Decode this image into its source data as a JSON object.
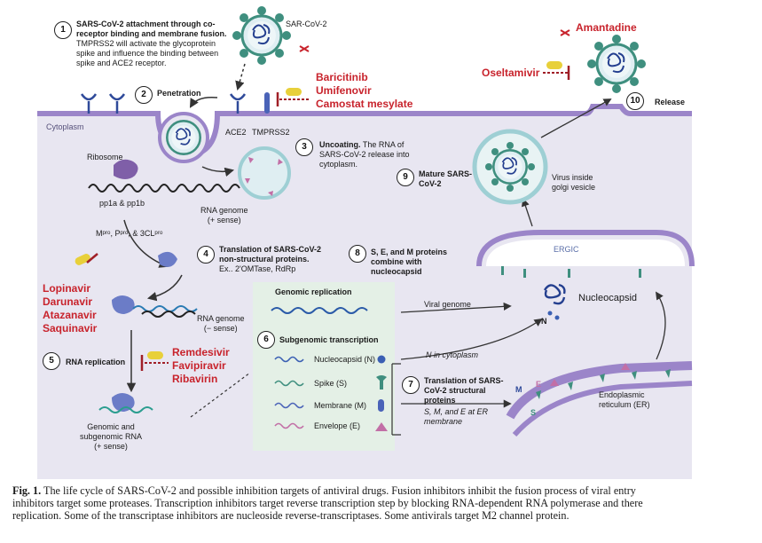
{
  "top_cut_text": "…",
  "virus_label": "SAR-CoV-2",
  "cytoplasm_label": "Cytoplasm",
  "steps": {
    "s1": {
      "num": "1",
      "title": "SARS-CoV-2 attachment through co-receptor binding and membrane fusion.",
      "body": "TMPRSS2 will activate the glycoprotein spike  and influence the binding between spike and ACE2 receptor."
    },
    "s2": {
      "num": "2",
      "title": "Penetration"
    },
    "s3": {
      "num": "3",
      "title": "Uncoating.",
      "body": "The RNA of SARS-CoV-2 release into cytoplasm."
    },
    "s4": {
      "num": "4",
      "title": "Translation of SARS-CoV-2 non-structural proteins.",
      "body": "Ex.. 2'OMTase, RdRp"
    },
    "s5": {
      "num": "5",
      "title": "RNA replication"
    },
    "s6": {
      "num": "6",
      "title": "Subgenomic transcription"
    },
    "s7": {
      "num": "7",
      "title": "Translation of SARS-CoV-2 structural proteins",
      "body": "S, M, and E at ER membrane"
    },
    "s8": {
      "num": "8",
      "title": "S, E, and M proteins combine with nucleocapsid"
    },
    "s9": {
      "num": "9",
      "title": "Mature SARS-CoV-2"
    },
    "s10": {
      "num": "10",
      "title": "Release"
    }
  },
  "receptors": {
    "ace2": "ACE2",
    "tmprss2": "TMPRSS2"
  },
  "labels": {
    "ribosome": "Ribosome",
    "pp1": "pp1a & pp1b",
    "rna_genome_plus": "RNA genome\n(+ sense)",
    "proteases": "Mᵖʳᵒ, Pᵖʳᵒ, & 3CLᵖʳᵒ",
    "rna_genome_minus": "RNA genome\n(− sense)",
    "genomic_sub": "Genomic and\nsubgenomic RNA\n(+ sense)",
    "genomic_replication": "Genomic replication",
    "viral_genome": "Viral genome",
    "n_cytoplasm": "N in cytoplasm",
    "ergic": "ERGIC",
    "nucleocapsid": "Nucleocapsid",
    "n_letter": "N",
    "er": "Endoplasmic\nreticulum (ER)",
    "m_letter": "M",
    "e_letter": "E",
    "s_letter": "S",
    "virus_golgi": "Virus inside\ngolgi vesicle"
  },
  "proteins": [
    {
      "name": "Nucleocapsid (N)",
      "color": "#3a5fb3"
    },
    {
      "name": "Spike (S)",
      "color": "#3f8f7f"
    },
    {
      "name": "Membrane (M)",
      "color": "#4a63b8"
    },
    {
      "name": "Envelope (E)",
      "color": "#c26fa6"
    }
  ],
  "drugs": {
    "d1": [
      "Baricitinib",
      "Umifenovir",
      "Camostat mesylate"
    ],
    "d2": [
      "Lopinavir",
      "Darunavir",
      "Atazanavir",
      "Saquinavir"
    ],
    "d3": [
      "Remdesivir",
      "Favipiravir",
      "Ribavirin"
    ],
    "d4": [
      "Amantadine"
    ],
    "d5": [
      "Oseltamivir"
    ]
  },
  "caption": {
    "fig": "Fig. 1.",
    "line1": " The life cycle of SARS-CoV-2 and possible inhibition targets of antiviral drugs. Fusion inhibitors inhibit the fusion process of viral entry",
    "line2": "inhibitors target some proteases. Transcription inhibitors target reverse transcription step by blocking RNA-dependent RNA polymerase and there",
    "line3": "replication. Some of the transcriptase inhibitors are nucleoside reverse-transcriptases. Some antivirals target M2 channel protein."
  },
  "colors": {
    "membrane": "#9b85c9",
    "cytoplasm": "#e8e6f1",
    "drug_red": "#c8232c",
    "inhibitor_yellow": "#e8d03a",
    "spike_teal": "#3f8f7f",
    "panel_green": "#e4f0e6"
  }
}
